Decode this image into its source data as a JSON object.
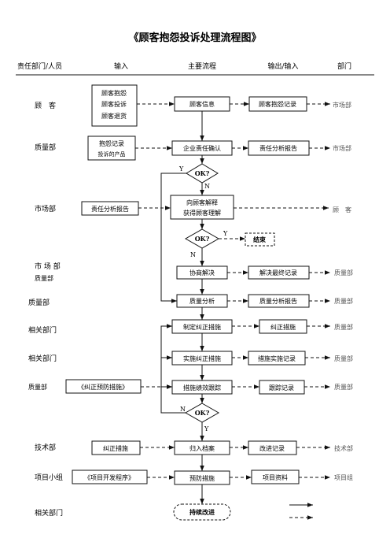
{
  "title": "《顾客抱怨投诉处理流程图》",
  "headers": {
    "dept_person": "责任部门/人员",
    "input": "输入",
    "main_flow": "主要流程",
    "output_input": "输出/输入",
    "department": "部门"
  },
  "rows": {
    "r1": {
      "left": "顾　客",
      "input_lines": [
        "顾客抱怨",
        "顾客投诉",
        "顾客退货"
      ],
      "process": "顾客信息",
      "output": "顾客抱怨记录",
      "dept": "市场部"
    },
    "r2": {
      "left": "质量部",
      "input_lines": [
        "抱怨记录",
        "投诉的产品"
      ],
      "process": "企业责任确认",
      "output": "责任分析报告",
      "dept": "市场部"
    },
    "d1": {
      "label": "OK?",
      "yes": "Y",
      "no": "N"
    },
    "r3": {
      "left": "市场部",
      "input": "责任分析报告",
      "process_lines": [
        "向顾客解释",
        "获得顾客理解"
      ],
      "dept": "顾　客"
    },
    "d2": {
      "label": "OK?",
      "yes": "Y",
      "no": "N",
      "end": "结束"
    },
    "r4": {
      "left_lines": [
        "市 场 部",
        "质量部"
      ],
      "process": "协商解决",
      "output": "解决最终记录",
      "dept": "质量部"
    },
    "r5": {
      "left": "质量部",
      "process": "质量分析",
      "output": "质量分析报告",
      "dept": "质量部"
    },
    "r6": {
      "left": "相关部门",
      "process": "制定纠正措施",
      "output": "纠正措施",
      "dept": "质量部"
    },
    "r7": {
      "left": "相关部门",
      "process": "实施纠正措施",
      "output": "措施实施记录",
      "dept": "质量部"
    },
    "r8": {
      "left": "质量部",
      "input": "《纠正预防措施》",
      "process": "措施绩效跟踪",
      "output": "跟踪记录",
      "dept": "质量部"
    },
    "d3": {
      "label": "OK?",
      "yes": "Y",
      "no": "N"
    },
    "r9": {
      "left": "技术部",
      "input": "纠正措施",
      "process": "归入档案",
      "output": "改进记录",
      "dept": "技术部"
    },
    "r10": {
      "left": "项目小组",
      "input": "《项目开发程序》",
      "process": "预防措施",
      "output": "项目资料",
      "dept": "项目组"
    },
    "r11": {
      "left": "相关部门",
      "process": "持续改进"
    }
  }
}
